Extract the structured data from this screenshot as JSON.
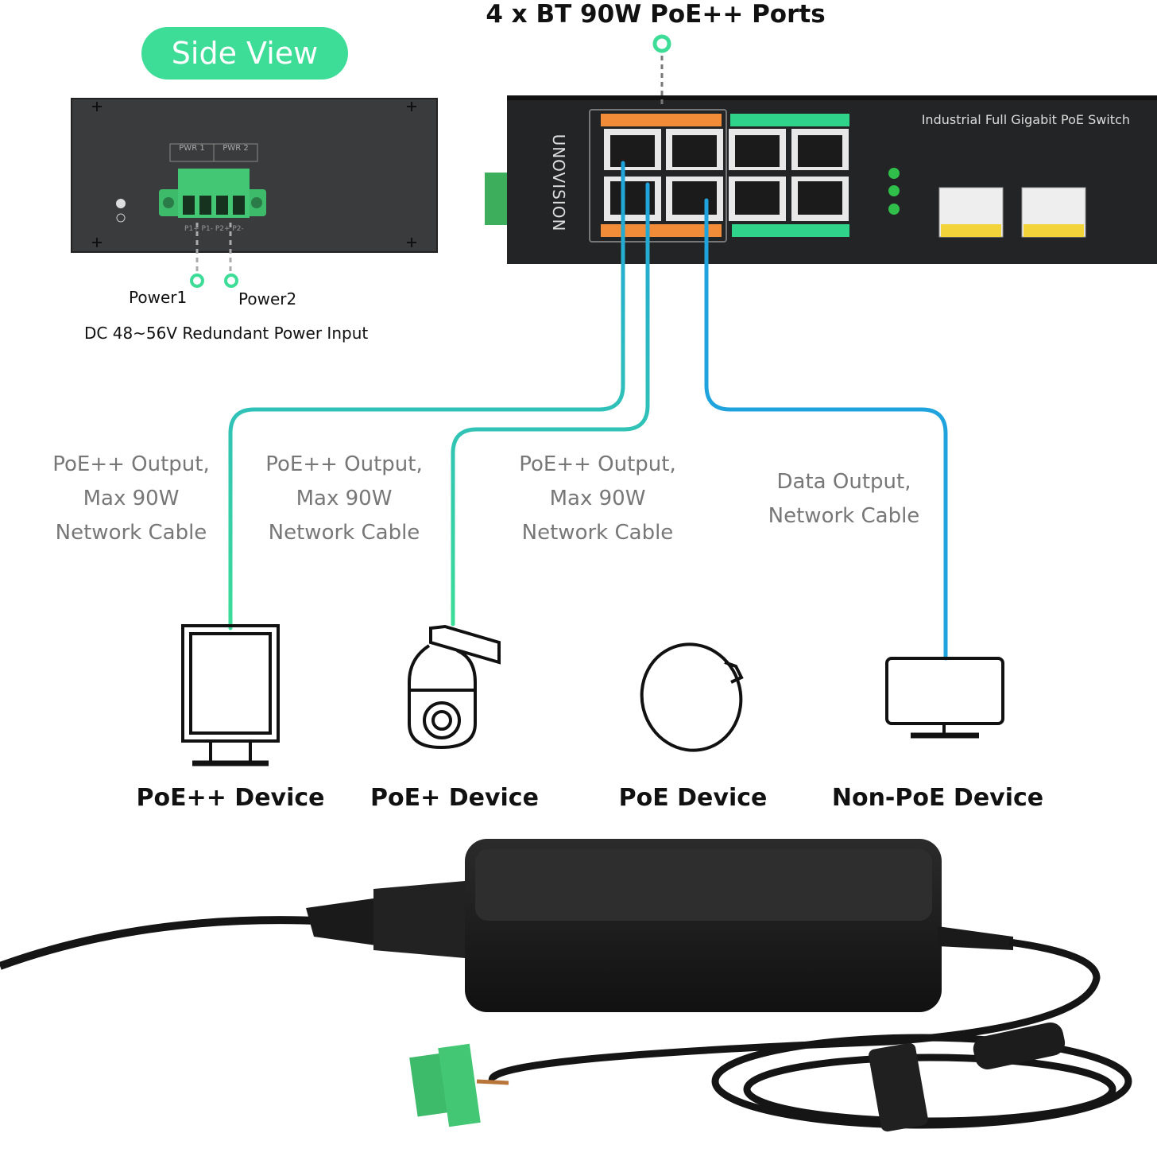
{
  "header": {
    "ports_title": "4 x BT 90W PoE++ Ports"
  },
  "side_view": {
    "badge": "Side View",
    "pwr1_label": "PWR 1",
    "pwr2_label": "PWR 2",
    "terminal_marks": "P1+ P1- P2+ P2-",
    "power1": "Power1",
    "power2": "Power2",
    "power_input": "DC 48~56V Redundant Power Input"
  },
  "switch": {
    "brand": "UNOVISION",
    "model_line1": "Industrial Full Gigabit PoE Switch"
  },
  "outputs": [
    {
      "line1": "PoE++ Output,",
      "line2": "Max 90W",
      "line3": "Network Cable"
    },
    {
      "line1": "PoE++ Output,",
      "line2": "Max 90W",
      "line3": "Network Cable"
    },
    {
      "line1": "PoE++ Output,",
      "line2": "Max 90W",
      "line3": "Network Cable"
    },
    {
      "line1": "Data Output,",
      "line2": "Network Cable"
    }
  ],
  "devices": {
    "d1": "PoE++ Device",
    "d2": "PoE+ Device",
    "d3": "PoE Device",
    "d4": "Non-PoE Device"
  },
  "colors": {
    "accent_green": "#3ddc97",
    "cable_blue": "#1fa3dc",
    "port_orange": "#f28c38",
    "port_green": "#2fd38a",
    "sfp_yellow": "#f2d43a",
    "device_black": "#1a1a1a"
  }
}
